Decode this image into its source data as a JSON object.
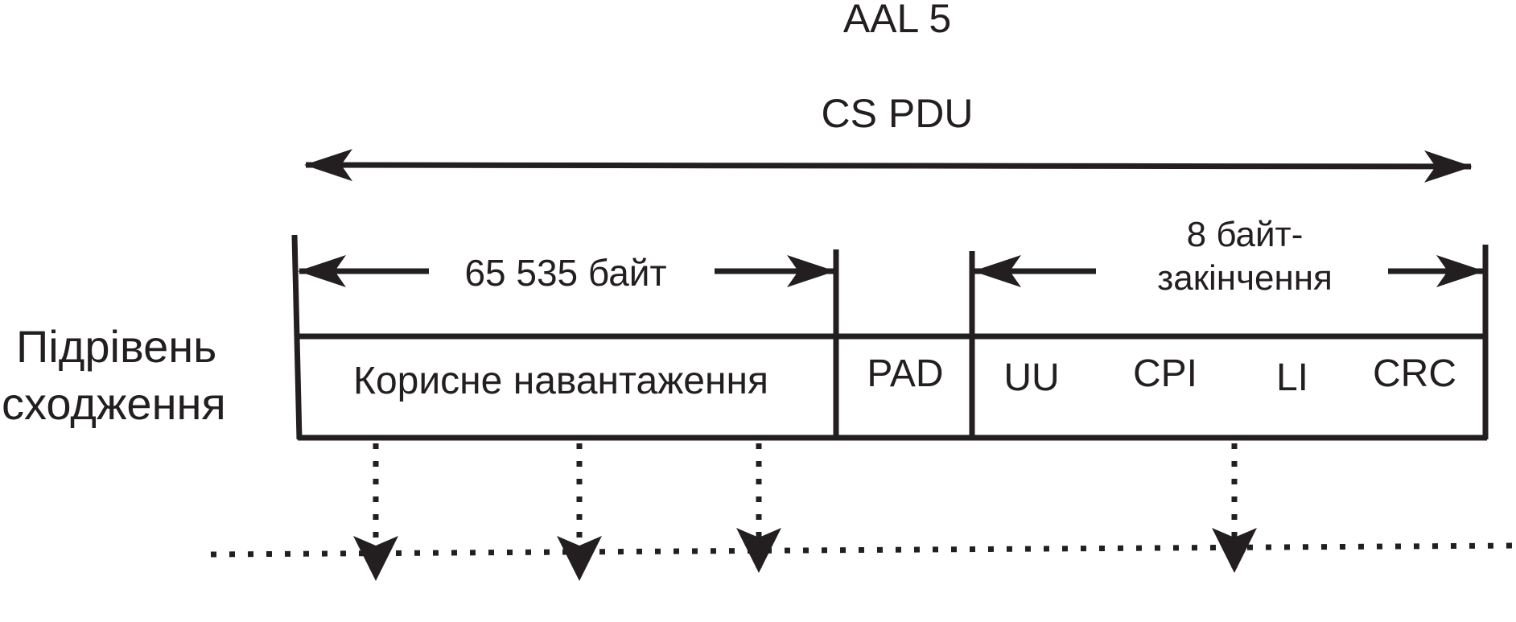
{
  "title": "AAL 5",
  "cs_pdu_label": "CS PDU",
  "payload_size_label": "65 535 байт",
  "trailer_label_line1": "8 байт-",
  "trailer_label_line2": "закінчення",
  "sublayer_label_line1": "Підрівень",
  "sublayer_label_line2": "сходження",
  "fields": {
    "payload": "Корисне навантаження",
    "pad": "PAD",
    "uu": "UU",
    "cpi": "CPI",
    "li": "LI",
    "crc": "CRC"
  },
  "colors": {
    "line": "#231f20",
    "background": "#ffffff"
  }
}
